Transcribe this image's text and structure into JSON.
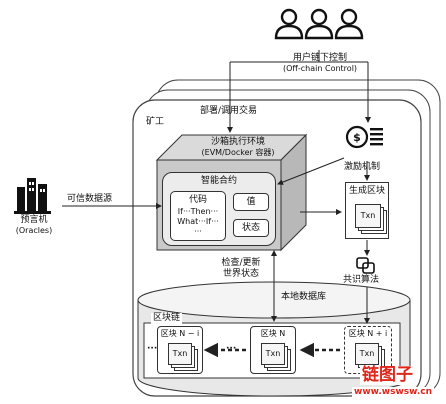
{
  "users": {
    "label": "用户链下控制",
    "sublabel": "(Off-chain Control)"
  },
  "miner": {
    "label": "矿工"
  },
  "deploy": {
    "label": "部署/调用交易"
  },
  "sandbox": {
    "label": "沙箱执行环境",
    "sublabel": "(EVM/Docker 容器)"
  },
  "contract": {
    "label": "智能合约",
    "code_title": "代码",
    "code_lines": [
      "If···Then···",
      "What···If···",
      "···"
    ],
    "value": "值",
    "state": "状态"
  },
  "oracle": {
    "label": "预言机",
    "sublabel": "(Oracles)",
    "edge": "可信数据源"
  },
  "incentive": {
    "label": "激励机制"
  },
  "gen_block": {
    "label": "生成区块",
    "txn": "Txn"
  },
  "consensus": {
    "label": "共识算法"
  },
  "check": {
    "line1": "检查/更新",
    "line2": "世界状态"
  },
  "db": {
    "label": "本地数据库"
  },
  "chain": {
    "label": "区块链",
    "ellipsis": "···",
    "blocks": [
      {
        "name": "区块 N − i",
        "txn": "Txn"
      },
      {
        "name": "区块 N",
        "txn": "Txn"
      },
      {
        "name": "区块 N + i",
        "txn": "Txn"
      }
    ]
  },
  "watermark": {
    "text": "链图子",
    "url": "www.wswsw.cn"
  }
}
